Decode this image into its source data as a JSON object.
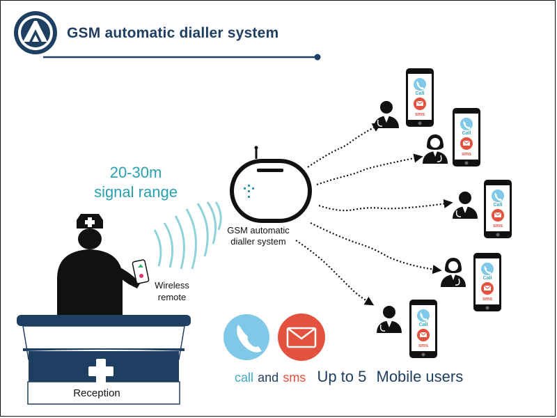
{
  "header": {
    "title": "GSM automatic dialler system"
  },
  "range_label": {
    "line1": "20-30m",
    "line2": "signal range"
  },
  "device": {
    "label_line1": "GSM automatic",
    "label_line2": "dialler system"
  },
  "remote": {
    "label_line1": "Wireless",
    "label_line2": "remote"
  },
  "reception": {
    "label": "Reception"
  },
  "footer": {
    "call": "call",
    "and": "and",
    "sms": "sms",
    "up_to": "Up to 5",
    "users": "Mobile users"
  },
  "phone": {
    "call_label": "Call",
    "sms_label": "sms"
  },
  "colors": {
    "navy": "#1f3f62",
    "teal": "#2a9fb1",
    "call_blue": "#7fc8e8",
    "sms_red": "#e2523f",
    "black": "#111111"
  },
  "icons": [
    "logo-icon",
    "nurse-icon",
    "remote-icon",
    "signal-waves-icon",
    "dialler-device-icon",
    "phone-icon",
    "doctor-icon",
    "call-icon",
    "sms-icon",
    "reception-desk-icon",
    "medical-cross-icon"
  ]
}
